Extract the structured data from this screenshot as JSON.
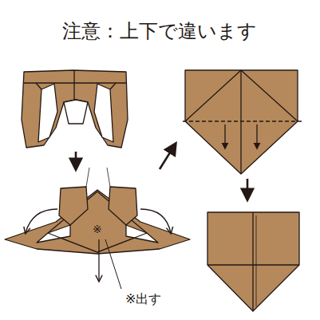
{
  "diagram": {
    "title": "注意：上下で違います",
    "labels": [
      "※",
      "※出す"
    ]
  }
}
